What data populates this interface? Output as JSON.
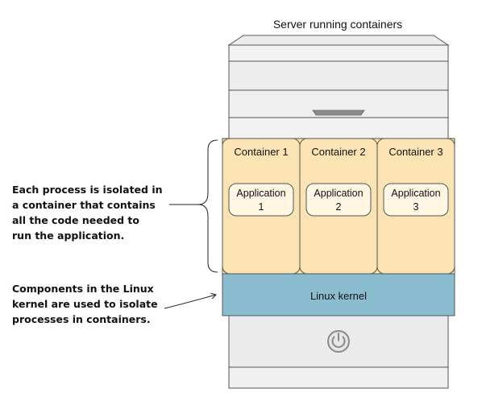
{
  "server": {
    "title": "Server running containers"
  },
  "containers": [
    {
      "label": "Container 1",
      "app_line1": "Application",
      "app_line2": "1"
    },
    {
      "label": "Container 2",
      "app_line1": "Application",
      "app_line2": "2"
    },
    {
      "label": "Container 3",
      "app_line1": "Application",
      "app_line2": "3"
    }
  ],
  "kernel": {
    "label": "Linux kernel"
  },
  "annotations": {
    "process_isolation": [
      "Each process is isolated in",
      "a container that contains",
      "all the code needed to",
      "run the application."
    ],
    "kernel_components": [
      "Components in the Linux",
      "kernel are used to isolate",
      "processes in containers."
    ]
  },
  "icons": {
    "power": "power-icon"
  },
  "colors": {
    "container_fill": "#fbe3b3",
    "kernel_fill": "#8bbdd1",
    "server_fill": "#ebebeb",
    "outline": "#444444"
  }
}
